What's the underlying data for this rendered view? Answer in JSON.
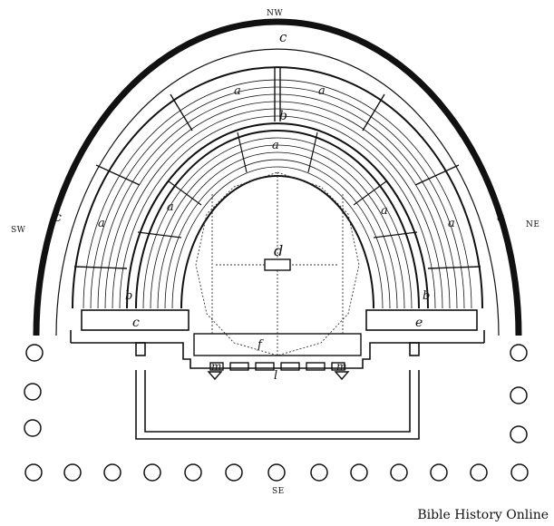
{
  "compass": {
    "north": "NW",
    "west": "SW",
    "east": "NE",
    "south": "SE"
  },
  "labels": {
    "a": "a",
    "b": "b",
    "c": "c",
    "d": "d",
    "e": "e",
    "f": "f",
    "l": "l",
    "m": "m"
  },
  "credit": "Bible History Online",
  "colors": {
    "ink": "#111111",
    "paper": "#ffffff"
  }
}
